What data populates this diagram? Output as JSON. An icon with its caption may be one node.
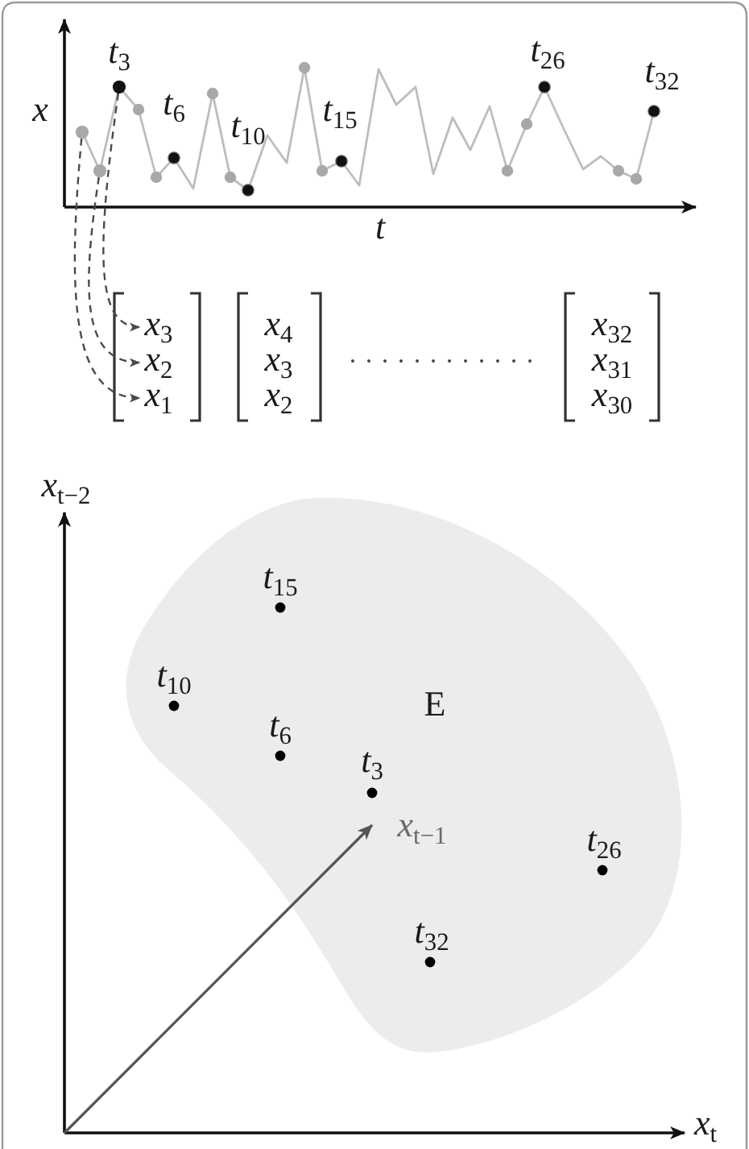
{
  "diagram": {
    "nodes": [
      {
        "text": [],
        "shape": "circle"
      },
      {
        "text": [],
        "shape": "circle"
      },
      {
        "text": [],
        "shape": "circle",
        "beside": [
          "t$_{3}$"
        ]
      },
      {
        "text": [
          "x$_{3}$"
        ]
      },
      {
        "text": [
          "x$_{2}$"
        ]
      },
      {
        "text": [
          "x$_{1}$"
        ]
      },
      {
        "text": [
          "E"
        ]
      }
    ],
    "edges": [
      {
        "from": 0,
        "to": 5,
        "arrow": "to",
        "style": "dashed"
      },
      {
        "from": 1,
        "to": 4,
        "arrow": "to",
        "style": "dashed"
      },
      {
        "from": 2,
        "to": 3,
        "arrow": "to",
        "style": "dashed"
      }
    ],
    "labels": [
      "x",
      "t$_{6}$",
      "t$_{10}$",
      "t$_{15}$",
      "t$_{26}$",
      "t$_{32}$",
      "t",
      "x$_{4}$",
      "x$_{3}$",
      "x$_{2}$",
      "x$_{32}$",
      "x$_{31}$",
      "x$_{30}$",
      "x$_{t−2}$",
      "t$_{15}$",
      "t$_{10}$",
      "t$_{6}$",
      "t$_{3}$",
      "x$_{t−1}$",
      "t$_{26}$",
      "t$_{32}$",
      "x$_{t}$"
    ]
  }
}
